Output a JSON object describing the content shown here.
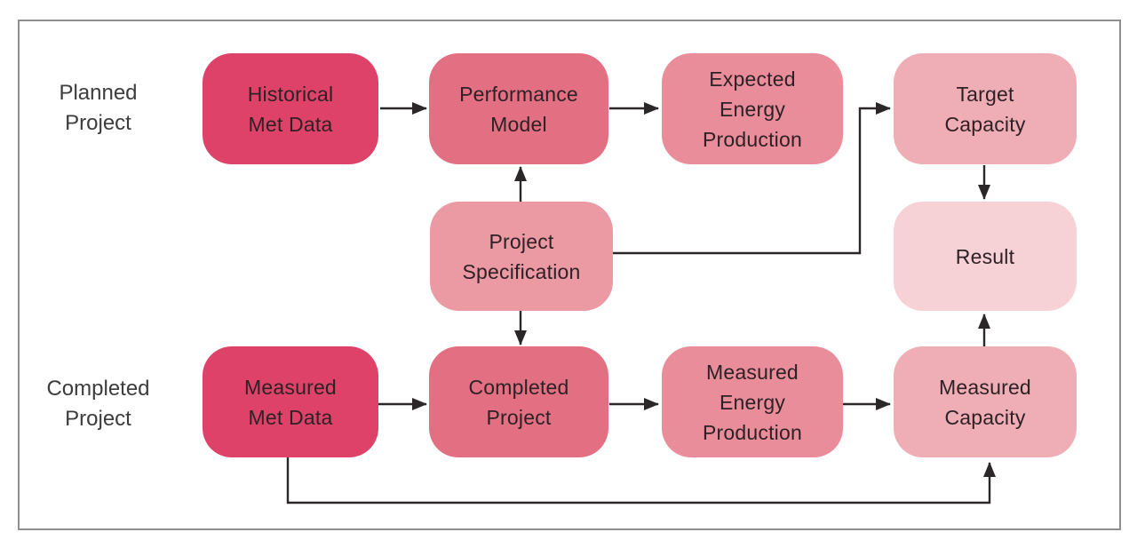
{
  "diagram": {
    "type": "flowchart",
    "row_labels": [
      {
        "id": "planned-project",
        "label": "Planned\nProject"
      },
      {
        "id": "completed-project",
        "label": "Completed\nProject"
      }
    ],
    "nodes": [
      {
        "id": "historical-met-data",
        "label": "Historical\nMet Data",
        "color": "#DE4268",
        "row": "planned"
      },
      {
        "id": "performance-model",
        "label": "Performance\nModel",
        "color": "#E27082",
        "row": "planned"
      },
      {
        "id": "expected-energy-production",
        "label": "Expected\nEnergy\nProduction",
        "color": "#E98D9A",
        "row": "planned"
      },
      {
        "id": "target-capacity",
        "label": "Target\nCapacity",
        "color": "#EFAEB5",
        "row": "planned"
      },
      {
        "id": "project-specification",
        "label": "Project\nSpecification",
        "color": "#EB99A3",
        "row": "middle"
      },
      {
        "id": "result",
        "label": "Result",
        "color": "#F6D2D7",
        "row": "middle"
      },
      {
        "id": "measured-met-data",
        "label": "Measured\nMet Data",
        "color": "#DE4268",
        "row": "completed"
      },
      {
        "id": "completed-project",
        "label": "Completed\nProject",
        "color": "#E27082",
        "row": "completed"
      },
      {
        "id": "measured-energy-production",
        "label": "Measured\nEnergy\nProduction",
        "color": "#E98D9A",
        "row": "completed"
      },
      {
        "id": "measured-capacity",
        "label": "Measured\nCapacity",
        "color": "#EFAEB5",
        "row": "completed"
      }
    ],
    "connections": [
      {
        "from": "historical-met-data",
        "to": "performance-model"
      },
      {
        "from": "performance-model",
        "to": "expected-energy-production"
      },
      {
        "from": "project-specification",
        "to": "performance-model"
      },
      {
        "from": "project-specification",
        "to": "target-capacity"
      },
      {
        "from": "target-capacity",
        "to": "result"
      },
      {
        "from": "project-specification",
        "to": "completed-project"
      },
      {
        "from": "measured-met-data",
        "to": "completed-project"
      },
      {
        "from": "completed-project",
        "to": "measured-energy-production"
      },
      {
        "from": "measured-energy-production",
        "to": "measured-capacity"
      },
      {
        "from": "measured-capacity",
        "to": "result"
      },
      {
        "from": "measured-met-data",
        "to": "measured-capacity"
      }
    ],
    "colors": {
      "line": "#2B2728",
      "frame_border": "#8F8F8F",
      "node_text": "#2E2126",
      "row_label_text": "#3C3C3C",
      "background": "#FFFFFF"
    }
  }
}
